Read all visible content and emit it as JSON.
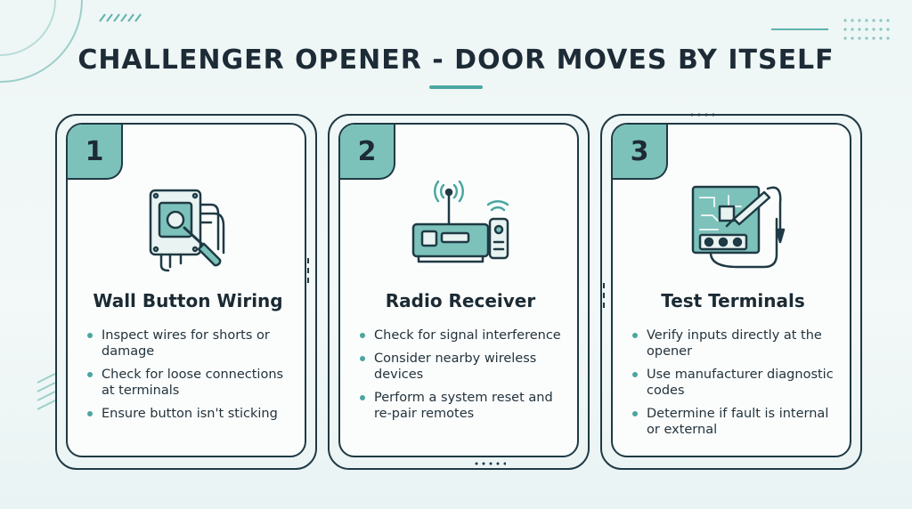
{
  "title": "CHALLENGER OPENER - DOOR MOVES BY ITSELF",
  "colors": {
    "accent": "#7cc2bb",
    "accent_dark": "#4aa6a0",
    "outline": "#1f3a44",
    "text": "#1b2a33"
  },
  "steps": [
    {
      "number": "1",
      "icon": "wall-button-screwdriver-icon",
      "title": "Wall Button Wiring",
      "bullets": [
        "Inspect wires for shorts or damage",
        "Check for loose connections at terminals",
        "Ensure button isn't sticking"
      ]
    },
    {
      "number": "2",
      "icon": "radio-receiver-remote-icon",
      "title": "Radio Receiver",
      "bullets": [
        "Check for signal interference",
        "Consider nearby wireless devices",
        "Perform a system reset and re-pair remotes"
      ]
    },
    {
      "number": "3",
      "icon": "circuit-board-probe-icon",
      "title": "Test Terminals",
      "bullets": [
        "Verify inputs directly at the opener",
        "Use manufacturer diagnostic codes",
        "Determine if fault is internal or external"
      ]
    }
  ]
}
